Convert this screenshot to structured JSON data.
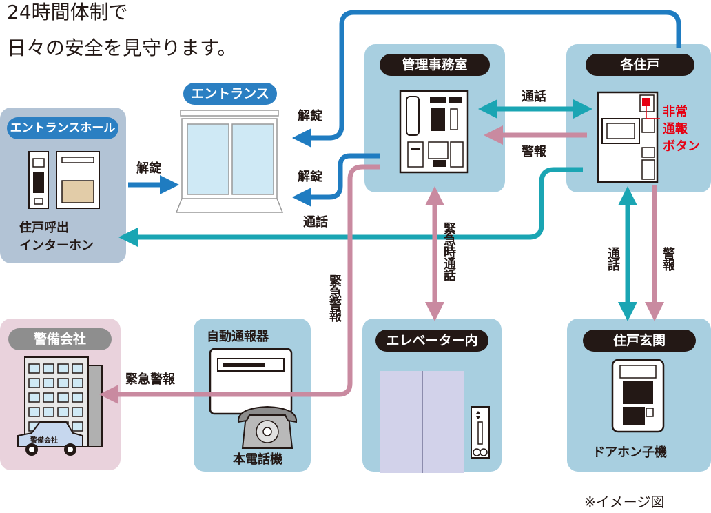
{
  "heading": {
    "line1": "24時間体制で",
    "line2": "日々の安全を見守ります。"
  },
  "nodes": {
    "entrance_hall": {
      "title": "エントランスホール",
      "caption_line1": "住戸呼出",
      "caption_line2": "インターホン"
    },
    "entrance": {
      "title": "エントランス"
    },
    "office": {
      "title": "管理事務室"
    },
    "units": {
      "title": "各住戸",
      "emergency_button": [
        "非常",
        "通報",
        "ボタン"
      ]
    },
    "security_company": {
      "title": "警備会社",
      "car_label": "警備会社"
    },
    "auto_dialer": {
      "title": "自動通報器",
      "phone_label": "本電話機"
    },
    "elevator": {
      "title": "エレベーター内"
    },
    "unit_entrance": {
      "title": "住戸玄関",
      "device_label": "ドアホン子機"
    }
  },
  "connections": {
    "hall_to_entrance": "解錠",
    "unit_to_entrance": "解錠",
    "office_to_entrance": "解錠",
    "unit_to_hall": "通話",
    "office_unit_call": "通話",
    "unit_to_office_alarm": "警報",
    "office_to_security": "緊急警報",
    "auto_dialer_to_security": "緊急警報",
    "office_elevator": "緊急時通話",
    "unit_door_call": "通話",
    "unit_door_alarm": "警報"
  },
  "colors": {
    "blue_arrow": "#1f7cc1",
    "teal_arrow": "#1aa5b3",
    "pink_arrow": "#c98aa0",
    "red": "#e60012"
  },
  "note": "※イメージ図"
}
